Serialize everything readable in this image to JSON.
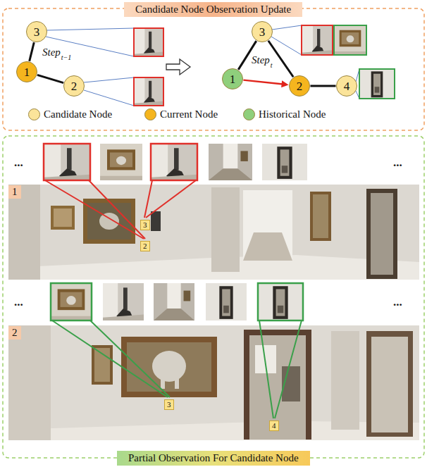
{
  "diagram": {
    "title": "Candidate Node Observation Update",
    "caption": "Partial Observation For Candidate Node",
    "nodes": [
      {
        "text": [
          "3"
        ]
      },
      {
        "text": [
          "1"
        ]
      },
      {
        "text": [
          "2"
        ]
      },
      {
        "text": [
          "3"
        ]
      },
      {
        "text": [
          "1"
        ]
      },
      {
        "text": [
          "2"
        ]
      },
      {
        "text": [
          "4"
        ]
      }
    ],
    "edges": [
      {
        "from": 0,
        "to": 1,
        "arrow": "none"
      },
      {
        "from": 1,
        "to": 2,
        "arrow": "none"
      },
      {
        "from": 3,
        "to": 4,
        "arrow": "none"
      },
      {
        "from": 3,
        "to": 5,
        "arrow": "none"
      },
      {
        "from": 4,
        "to": 5,
        "arrow": "to"
      },
      {
        "from": 5,
        "to": 6,
        "arrow": "none"
      }
    ],
    "labels": [
      "Step",
      "t−1",
      "Step",
      "t",
      "...",
      "...",
      "1",
      "3",
      "2",
      "...",
      "...",
      "2",
      "3",
      "4"
    ],
    "legend": [
      {
        "text": "Candidate Node",
        "color": "#fbe49a"
      },
      {
        "text": "Current Node",
        "color": "#f5b51e"
      },
      {
        "text": "Historical Node",
        "color": "#8fcf7c"
      }
    ]
  }
}
